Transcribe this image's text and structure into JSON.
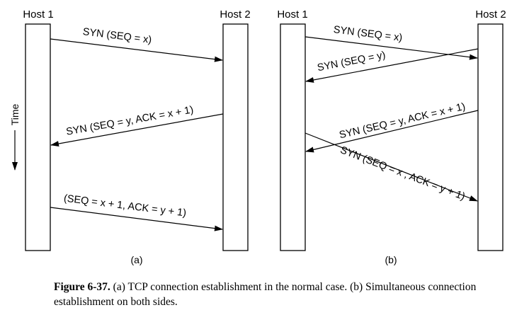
{
  "panels": [
    {
      "id": "a",
      "label": "(a)",
      "host_left": "Host 1",
      "host_right": "Host 2",
      "time_label": "Time",
      "messages": [
        {
          "text": "SYN (SEQ = x)",
          "direction": "host1-to-host2"
        },
        {
          "text": "SYN (SEQ = y, ACK = x + 1)",
          "direction": "host2-to-host1"
        },
        {
          "text": "(SEQ = x + 1, ACK = y + 1)",
          "direction": "host1-to-host2"
        }
      ]
    },
    {
      "id": "b",
      "label": "(b)",
      "host_left": "Host 1",
      "host_right": "Host 2",
      "messages": [
        {
          "text": "SYN (SEQ = x)",
          "direction": "host1-to-host2"
        },
        {
          "text": "SYN (SEQ = y)",
          "direction": "host2-to-host1"
        },
        {
          "text": "SYN (SEQ = y, ACK = x + 1)",
          "direction": "host2-to-host1"
        },
        {
          "text": "SYN (SEQ = x , ACK = y + 1)",
          "direction": "host1-to-host2"
        }
      ]
    }
  ],
  "caption": {
    "figure_number": "Figure 6-37.",
    "text": "(a) TCP connection establishment in the normal case. (b) Simultaneous connection establishment on both sides."
  }
}
